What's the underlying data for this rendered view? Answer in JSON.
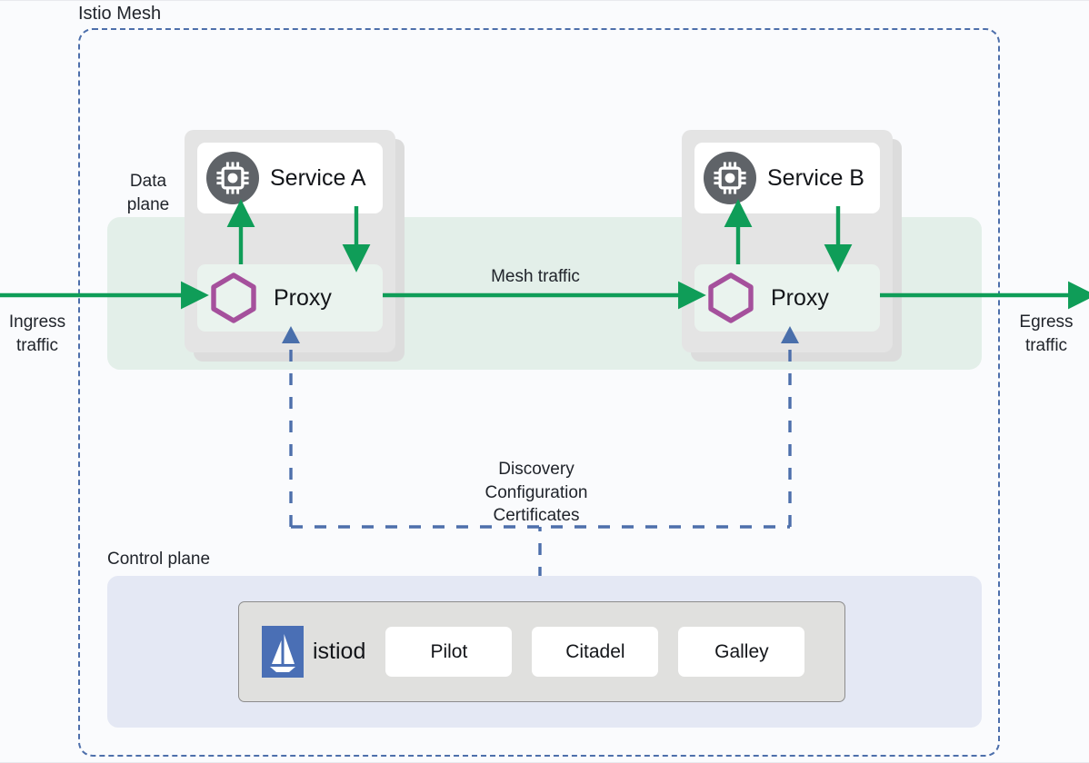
{
  "diagram": {
    "title": "Istio Mesh",
    "background_color": "#fafbfd",
    "boundary_color": "#4d6fab"
  },
  "planes": {
    "data_plane_label": "Data\nplane",
    "data_plane_label_line1": "Data",
    "data_plane_label_line2": "plane",
    "data_plane_color": "#e3efe9",
    "control_plane_label": "Control plane",
    "control_plane_color": "#e4e8f4"
  },
  "traffic": {
    "ingress_line1": "Ingress",
    "ingress_line2": "traffic",
    "egress_line1": "Egress",
    "egress_line2": "traffic",
    "mesh_label": "Mesh traffic",
    "arrow_color": "#0f9d58"
  },
  "pods": [
    {
      "id": "pod-a",
      "service_label": "Service A",
      "service_icon": "chip-icon",
      "proxy_label": "Proxy",
      "proxy_icon": "hexagon-icon"
    },
    {
      "id": "pod-b",
      "service_label": "Service B",
      "service_icon": "chip-icon",
      "proxy_label": "Proxy",
      "proxy_icon": "hexagon-icon"
    }
  ],
  "control_channel": {
    "line1": "Discovery",
    "line2": "Configuration",
    "line3": "Certificates",
    "color": "#4d6fab",
    "style": "dashed"
  },
  "istiod": {
    "logo_icon": "istio-sailboat-icon",
    "logo_color": "#4a6fb5",
    "name": "istiod",
    "components": [
      {
        "label": "Pilot"
      },
      {
        "label": "Citadel"
      },
      {
        "label": "Galley"
      }
    ]
  },
  "colors": {
    "green": "#0f9d58",
    "purple": "#a5509c",
    "gray_icon": "#5f6368",
    "pod_gray": "#e4e4e4",
    "proxy_mint": "#eaf3ee",
    "istiod_panel": "#e0e0de"
  }
}
